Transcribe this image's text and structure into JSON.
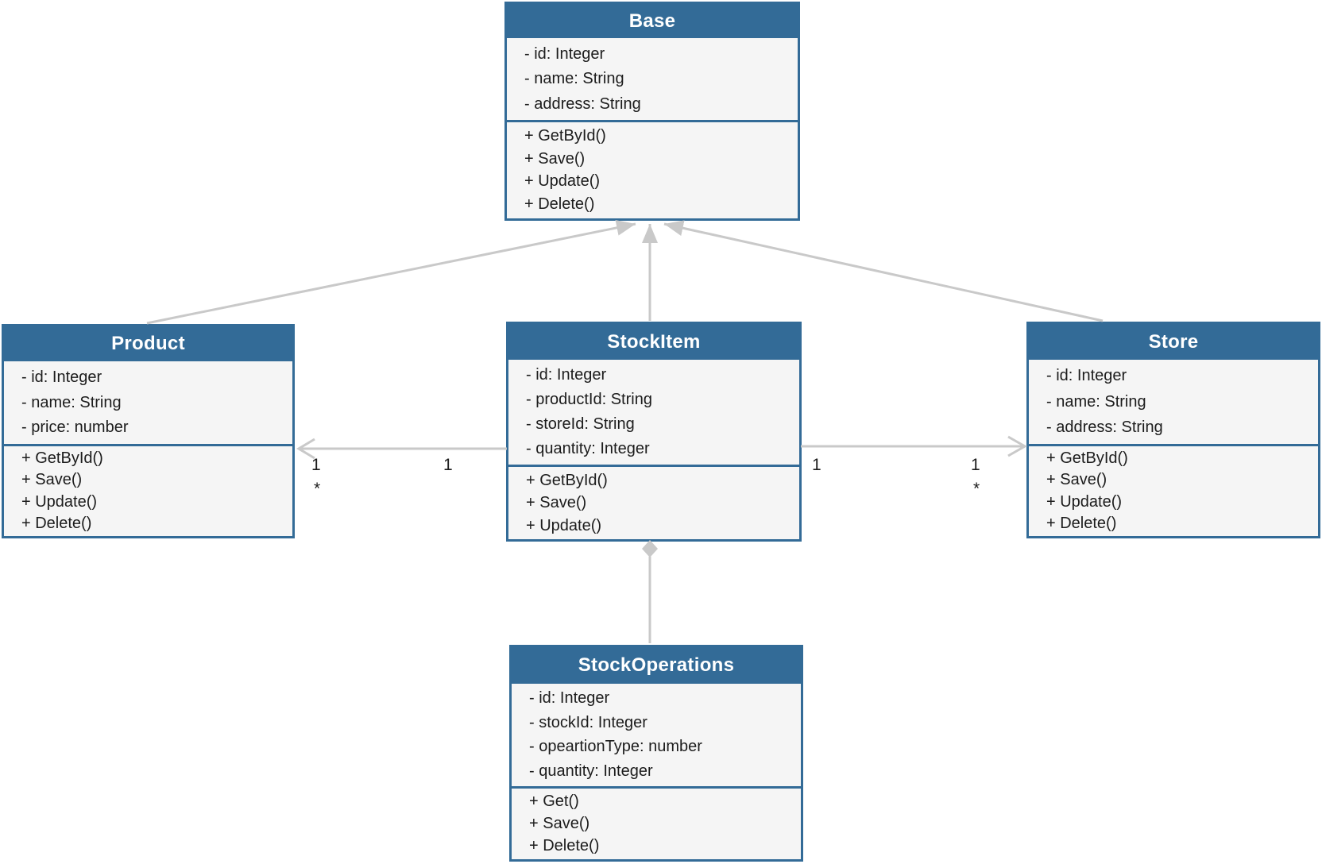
{
  "diagram": {
    "classes": [
      {
        "id": "base",
        "name": "Base",
        "attributes": [
          "- id: Integer",
          "- name: String",
          "- address: String"
        ],
        "methods": [
          "+ GetById()",
          "+ Save()",
          "+ Update()",
          "+ Delete()"
        ]
      },
      {
        "id": "product",
        "name": "Product",
        "attributes": [
          "- id: Integer",
          "- name: String",
          "- price: number"
        ],
        "methods": [
          "+ GetById()",
          "+ Save()",
          "+ Update()",
          "+ Delete()"
        ]
      },
      {
        "id": "stockitem",
        "name": "StockItem",
        "attributes": [
          "- id: Integer",
          "- productId: String",
          "- storeId: String",
          "- quantity: Integer"
        ],
        "methods": [
          "+ GetById()",
          "+ Save()",
          "+ Update()"
        ]
      },
      {
        "id": "store",
        "name": "Store",
        "attributes": [
          "- id: Integer",
          "- name: String",
          "- address: String"
        ],
        "methods": [
          "+ GetById()",
          "+ Save()",
          "+ Update()",
          "+ Delete()"
        ]
      },
      {
        "id": "stockoperations",
        "name": "StockOperations",
        "attributes": [
          "- id: Integer",
          "- stockId: Integer",
          "- opeartionType: number",
          "- quantity: Integer"
        ],
        "methods": [
          "+ Get()",
          "+ Save()",
          "+ Delete()"
        ]
      }
    ],
    "multiplicities": {
      "product_end_one": "1",
      "product_end_many": "*",
      "stockitem_product_side": "1",
      "stockitem_store_side": "1",
      "store_end_one": "1",
      "store_end_many": "*"
    }
  },
  "colors": {
    "header": "#336b97",
    "border": "#336b97",
    "body": "#f5f5f5",
    "connector": "#c9c9c9",
    "text": "#1c1c1c",
    "title_text": "#ffffff",
    "background": "#ffffff"
  }
}
